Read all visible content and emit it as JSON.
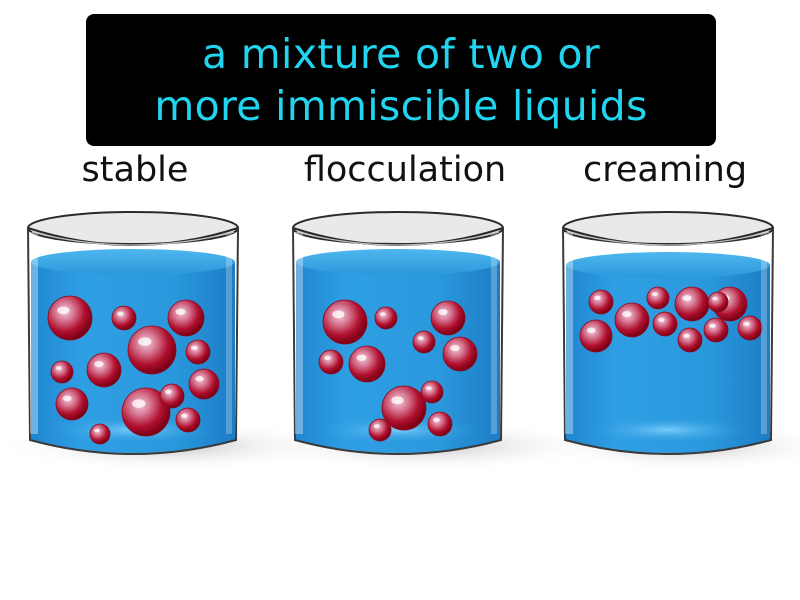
{
  "definition": {
    "line1": "a mixture of two or",
    "line2": "more immiscible liquids"
  },
  "beakers": [
    {
      "label": "stable"
    },
    {
      "label": "flocculation"
    },
    {
      "label": "creaming"
    }
  ],
  "colors": {
    "banner_bg": "#000000",
    "banner_text": "#21d4f0",
    "liquid": "#2a98dc",
    "droplet": "#c8102e"
  }
}
